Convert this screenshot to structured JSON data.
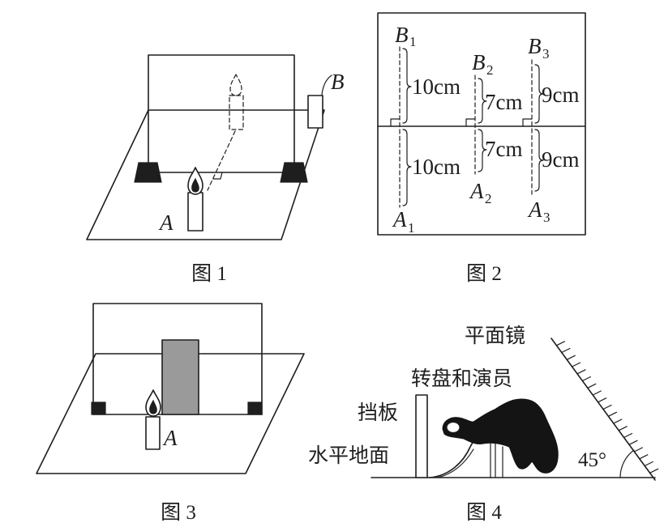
{
  "figure_1": {
    "caption": "图 1",
    "candle_a_label": "A",
    "candle_b_label": "B"
  },
  "figure_2": {
    "caption": "图 2",
    "columns": [
      {
        "top": {
          "letter": "B",
          "sub": "1"
        },
        "bottom": {
          "letter": "A",
          "sub": "1"
        },
        "top_distance": "10cm",
        "bottom_distance": "10cm"
      },
      {
        "top": {
          "letter": "B",
          "sub": "2"
        },
        "bottom": {
          "letter": "A",
          "sub": "2"
        },
        "top_distance": "7cm",
        "bottom_distance": "7cm"
      },
      {
        "top": {
          "letter": "B",
          "sub": "3"
        },
        "bottom": {
          "letter": "A",
          "sub": "3"
        },
        "top_distance": "9cm",
        "bottom_distance": "9cm"
      }
    ]
  },
  "figure_3": {
    "caption": "图 3",
    "candle_a_label": "A"
  },
  "figure_4": {
    "caption": "图 4",
    "mirror_label": "平面镜",
    "turntable_label": "转盘和演员",
    "board_label": "挡板",
    "ground_label": "水平地面",
    "angle_label": "45°"
  },
  "colors": {
    "ink": "#1e1e1e",
    "opaque_board": "#9a9a9a",
    "performer": "#141414"
  }
}
